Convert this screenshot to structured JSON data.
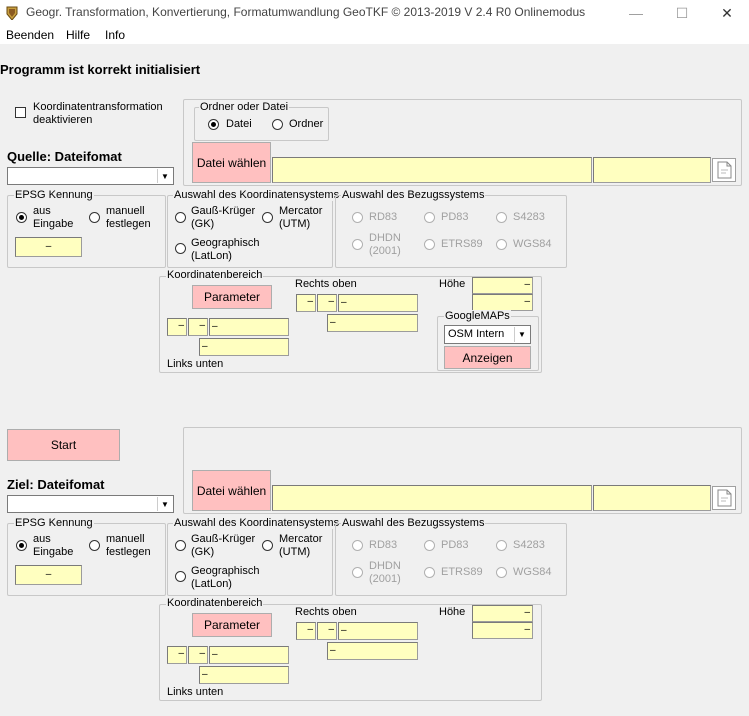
{
  "window": {
    "title": "Geogr. Transformation, Konvertierung, Formatumwandlung GeoTKF © 2013-2019  V 2.4 R0 Onlinemodus",
    "minimize_glyph": "—",
    "maximize_glyph": "☐",
    "close_glyph": "✕"
  },
  "menu": {
    "items": [
      "Beenden",
      "Hilfe",
      "Info"
    ]
  },
  "status_text": "Programm ist korrekt initialisiert",
  "deactivate_checkbox": {
    "label_line1": "Koordinatentransformation",
    "label_line2": "deaktivieren",
    "checked": false
  },
  "source": {
    "folder_group": {
      "legend": "Ordner oder Datei",
      "option_file": "Datei",
      "option_folder": "Ordner",
      "selected": "Datei"
    },
    "choose_file_button": "Datei wählen",
    "path_value": "",
    "file_value": "",
    "format_heading": "Quelle: Dateifomat",
    "format_value": "",
    "epsg": {
      "legend": "EPSG Kennung",
      "option_input_1": "aus",
      "option_input_2": "Eingabe",
      "option_manual_1": "manuell",
      "option_manual_2": "festlegen",
      "selected": "aus Eingabe",
      "value": "–"
    },
    "coord_system": {
      "legend": "Auswahl des Koordinatensystems",
      "gk_1": "Gauß-Krüger",
      "gk_2": "(GK)",
      "mercator_1": "Mercator",
      "mercator_2": "(UTM)",
      "geo_1": "Geographisch",
      "geo_2": "(LatLon)"
    },
    "ref_system": {
      "legend": "Auswahl des Bezugssystems",
      "rd83": "RD83",
      "pd83": "PD83",
      "s4283": "S4283",
      "dhdn_1": "DHDN",
      "dhdn_2": "(2001)",
      "etrs89": "ETRS89",
      "wgs84": "WGS84"
    },
    "coord_range": {
      "legend": "Koordinatenbereich",
      "parameter_button": "Parameter",
      "upper_right_label": "Rechts oben",
      "height_label": "Höhe",
      "lower_left_label": "Links unten",
      "dash": "–"
    },
    "googlemaps": {
      "legend": "GoogleMAPs",
      "select_value": "OSM Intern",
      "show_button": "Anzeigen"
    }
  },
  "start_button": "Start",
  "target": {
    "choose_file_button": "Datei wählen",
    "path_value": "",
    "file_value": "",
    "format_heading": "Ziel: Dateifomat",
    "format_value": "",
    "epsg": {
      "legend": "EPSG Kennung",
      "option_input_1": "aus",
      "option_input_2": "Eingabe",
      "option_manual_1": "manuell",
      "option_manual_2": "festlegen",
      "selected": "aus Eingabe",
      "value": "–"
    },
    "coord_system": {
      "legend": "Auswahl des Koordinatensystems",
      "gk_1": "Gauß-Krüger",
      "gk_2": "(GK)",
      "mercator_1": "Mercator",
      "mercator_2": "(UTM)",
      "geo_1": "Geographisch",
      "geo_2": "(LatLon)"
    },
    "ref_system": {
      "legend": "Auswahl des Bezugssystems",
      "rd83": "RD83",
      "pd83": "PD83",
      "s4283": "S4283",
      "dhdn_1": "DHDN",
      "dhdn_2": "(2001)",
      "etrs89": "ETRS89",
      "wgs84": "WGS84"
    },
    "coord_range": {
      "legend": "Koordinatenbereich",
      "parameter_button": "Parameter",
      "upper_right_label": "Rechts oben",
      "height_label": "Höhe",
      "lower_left_label": "Links unten",
      "dash": "–"
    }
  },
  "colors": {
    "input_yellow": "#ffffc0",
    "button_pink": "#ffc0c0",
    "background": "#f0f0f0"
  }
}
